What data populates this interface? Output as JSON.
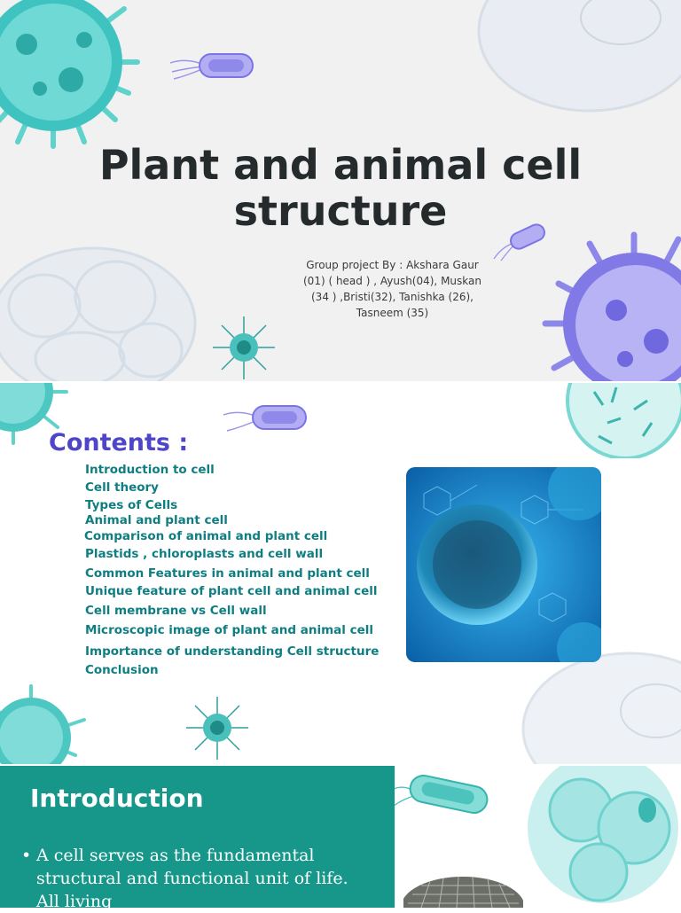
{
  "slide1": {
    "title_line1": "Plant and animal cell",
    "title_line2": "structure",
    "subtitle_line1": "Group project By  :  Akshara Gaur",
    "subtitle_line2": "(01)  ( head ) ,  Ayush(04),  Muskan",
    "subtitle_line3": "(34 )  ,Bristi(32), Tanishka (26),",
    "subtitle_line4": "Tasneem (35)"
  },
  "slide2": {
    "heading": "Contents :",
    "items": [
      "Introduction to cell",
      "Cell theory",
      "Types of Cells",
      "Animal and plant cell",
      "Comparison of animal and plant cell",
      "Plastids , chloroplasts and cell wall",
      "Common Features in animal and plant cell",
      "Unique feature of plant cell and animal cell",
      "Cell membrane vs Cell wall",
      "Microscopic image of plant and animal cell",
      "Importance of understanding Cell structure",
      "Conclusion"
    ]
  },
  "slide3": {
    "heading": "Introduction",
    "bullet": "•",
    "paragraph": "A cell serves as the fundamental structural and functional unit of life. All living"
  },
  "colors": {
    "title": "#252a2c",
    "contents_heading": "#4f45c8",
    "toc_text": "#0f7e82",
    "intro_panel": "#17968a",
    "virus_teal": "#3cc8c4",
    "virus_purple": "#7a74e6"
  },
  "icons": [
    "virus-icon",
    "bacterium-icon",
    "cell-icon",
    "microorganism-icon"
  ]
}
